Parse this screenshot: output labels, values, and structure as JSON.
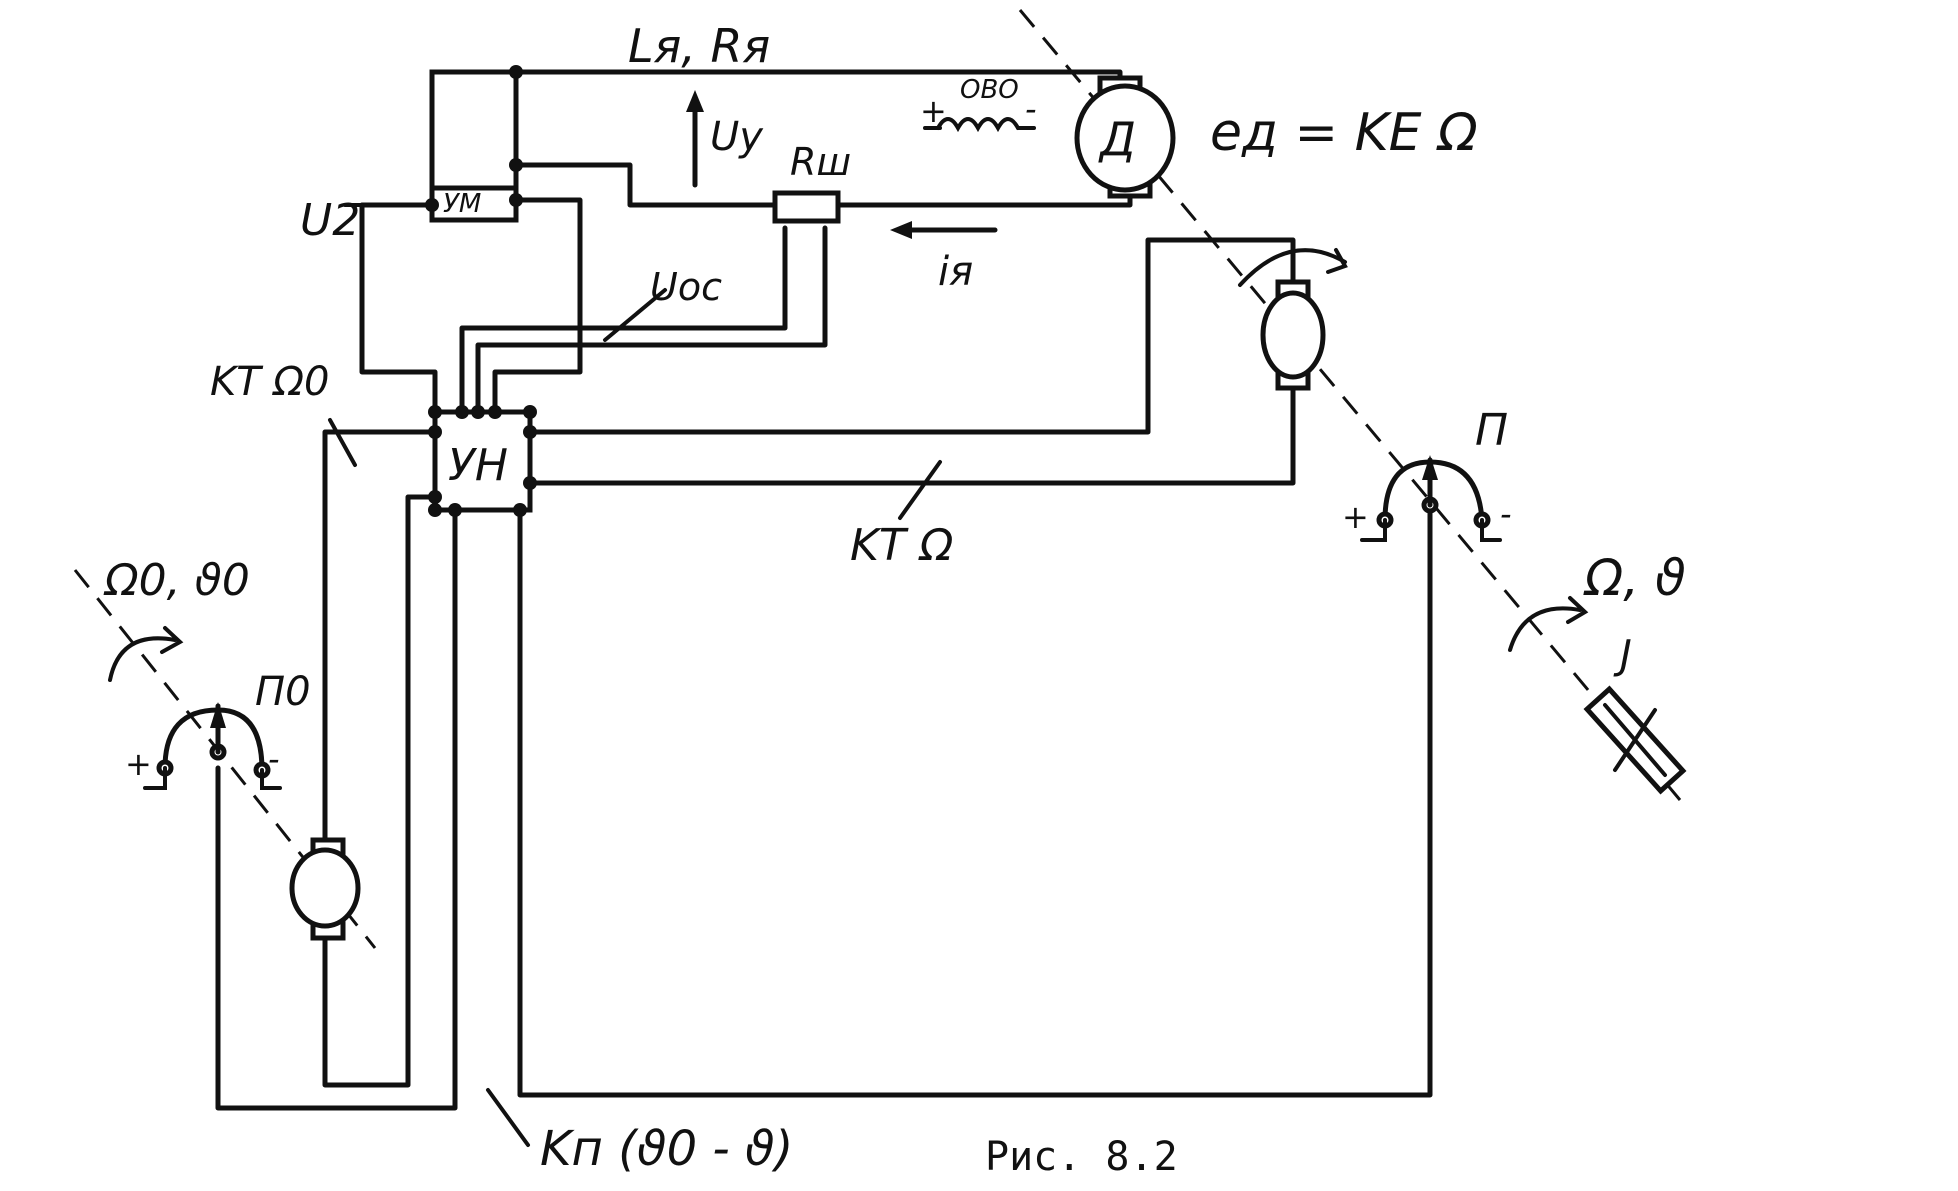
{
  "blocks": {
    "power_amplifier": "УМ",
    "voltage_amplifier": "УН",
    "motor": "Д",
    "shunt_resistor": "Rш"
  },
  "labels": {
    "armature_params": "Lя, Rя",
    "field_winding": "ОВО",
    "winding_plus": "+",
    "winding_minus": "-",
    "motor_emf": "eд = KE Ω",
    "control_voltage": "Uу",
    "supply_voltage": "U2",
    "feedback_voltage": "Uос",
    "armature_current": "iя",
    "tacho_ref_signal": "KT Ω0",
    "tacho_fb_signal": "KT Ω",
    "position_error": "Kп (ϑ0 - ϑ)",
    "ref_speed_angle": "Ω0, ϑ0",
    "ref_pot": "П0",
    "out_pot": "П",
    "out_speed_angle": "Ω, ϑ",
    "load_inertia": "J",
    "ref_pot_plus": "+",
    "ref_pot_minus": "-",
    "out_pot_plus": "+",
    "out_pot_minus": "-"
  },
  "caption": "Рис. 8.2"
}
